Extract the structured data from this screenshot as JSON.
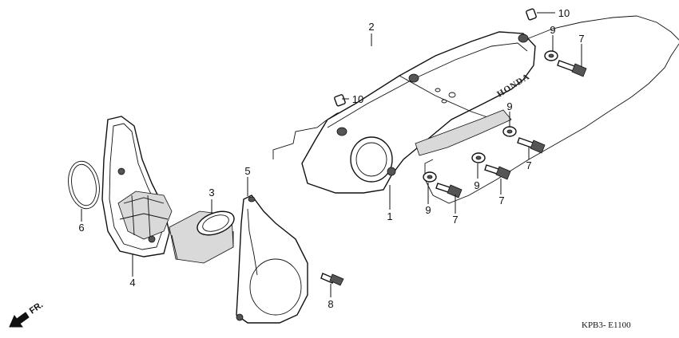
{
  "callouts": {
    "c1": "1",
    "c2": "2",
    "c3": "3",
    "c4": "4",
    "c5": "5",
    "c6": "6",
    "c7a": "7",
    "c7b": "7",
    "c7c": "7",
    "c7d": "7",
    "c8": "8",
    "c9a": "9",
    "c9b": "9",
    "c9c": "9",
    "c9d": "9",
    "c10a": "10",
    "c10b": "10"
  },
  "brand_mark": "HONDA",
  "direction_label": "FR.",
  "diagram_code": "KPB3- E1100"
}
